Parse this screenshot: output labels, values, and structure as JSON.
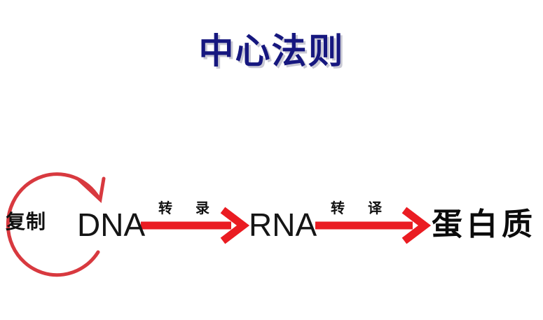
{
  "page": {
    "title": "中心法则",
    "background_color": "#ffffff",
    "title_color": "#16177f",
    "title_shadow_color": "#c9c9d4",
    "accent_color": "#ea1c22",
    "text_color": "#111111"
  },
  "diagram": {
    "type": "flow",
    "nodes": [
      {
        "id": "dna",
        "label": "DNA"
      },
      {
        "id": "rna",
        "label": "RNA"
      },
      {
        "id": "protein",
        "label": "蛋白质"
      }
    ],
    "edges": [
      {
        "id": "replication",
        "label": "复制",
        "from": "dna",
        "to": "dna",
        "shape": "loop",
        "color": "#d8393f"
      },
      {
        "id": "transcription",
        "label": "转 录",
        "from": "dna",
        "to": "rna",
        "shape": "straight",
        "color": "#ea1c22"
      },
      {
        "id": "translation",
        "label": "转 译",
        "from": "rna",
        "to": "protein",
        "shape": "straight",
        "color": "#ea1c22"
      }
    ]
  }
}
